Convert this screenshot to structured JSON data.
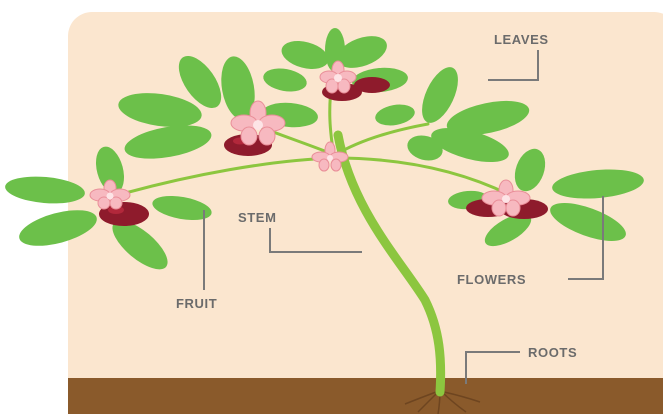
{
  "labels": {
    "leaves": "LEAVES",
    "stem": "STEM",
    "flowers": "FLOWERS",
    "fruit": "FRUIT",
    "roots": "ROOTS"
  },
  "colors": {
    "background": "#fbe6cf",
    "soil": "#8a5a2b",
    "leaf": "#6cc04a",
    "stem": "#8cc63f",
    "flower": "#f7b9c0",
    "fruit": "#8e1b2c",
    "label": "#6b6b6b"
  }
}
